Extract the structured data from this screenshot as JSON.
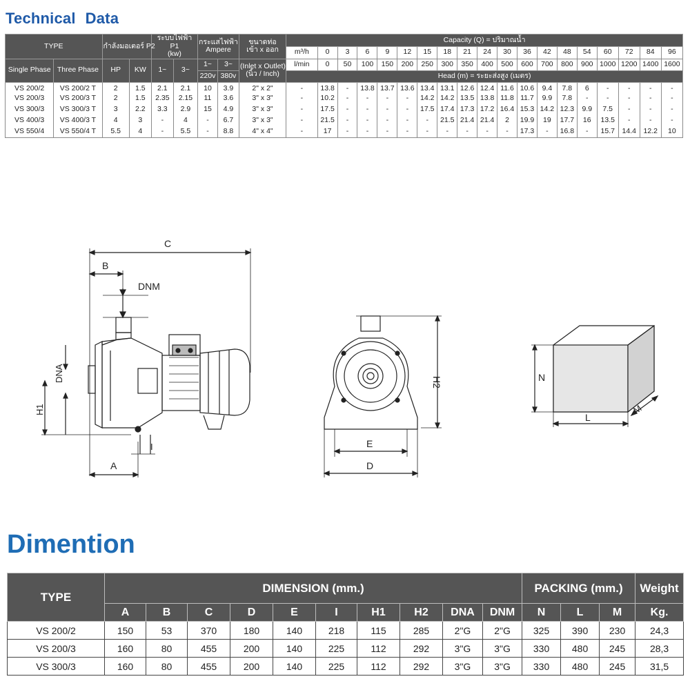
{
  "tech_heading": {
    "word1": "Technical",
    "word2": "Data"
  },
  "tech_table": {
    "type_label": "TYPE",
    "power_p2": "กำลังมอเตอร์ P2",
    "power_p1_line1": "ระบบไฟฟ้า",
    "power_p1_line2": "P1",
    "power_p1_line3": "(kw)",
    "ampere_line1": "กระแสไฟฟ้า",
    "ampere_line2": "Ampere",
    "inlet_line1": "ขนาดท่อ",
    "inlet_line2": "เข้า x ออก",
    "inlet_line3": "(Inlet x Outlet)",
    "inlet_line4": "(นิ้ว / Inch)",
    "capacity_label": "Capacity (Q) = ปริมาณน้ำ",
    "m3h_label": "m³/h",
    "lmin_label": "l/min",
    "head_label": "Head (m) = ระยะส่งสูง (เมตร)",
    "single_phase": "Single Phase",
    "three_phase": "Three Phase",
    "hp": "HP",
    "kw": "KW",
    "p1_1": "1~",
    "p1_3": "3~",
    "amp_1": "1~",
    "amp_3": "3~",
    "v220": "220v",
    "v380": "380v",
    "m3h": [
      "0",
      "3",
      "6",
      "9",
      "12",
      "15",
      "18",
      "21",
      "24",
      "30",
      "36",
      "42",
      "48",
      "54",
      "60",
      "72",
      "84",
      "96"
    ],
    "lmin": [
      "0",
      "50",
      "100",
      "150",
      "200",
      "250",
      "300",
      "350",
      "400",
      "500",
      "600",
      "700",
      "800",
      "900",
      "1000",
      "1200",
      "1400",
      "1600"
    ],
    "rows": [
      {
        "single": "VS 200/2",
        "three": "VS 200/2 T",
        "hp": "2",
        "kw": "1.5",
        "p1_1": "2.1",
        "p1_3": "2.1",
        "a1": "10",
        "a3": "3.9",
        "inout": "2\" x 2\"",
        "dash": "-",
        "head": [
          "13.8",
          "-",
          "13.8",
          "13.7",
          "13.6",
          "13.4",
          "13.1",
          "12.6",
          "12.4",
          "11.6",
          "10.6",
          "9.4",
          "7.8",
          "6",
          "-",
          "-",
          "-",
          "-"
        ]
      },
      {
        "single": "VS 200/3",
        "three": "VS 200/3 T",
        "hp": "2",
        "kw": "1.5",
        "p1_1": "2.35",
        "p1_3": "2.15",
        "a1": "11",
        "a3": "3.6",
        "inout": "3\" x 3\"",
        "dash": "-",
        "head": [
          "10.2",
          "-",
          "-",
          "-",
          "-",
          "14.2",
          "14.2",
          "13.5",
          "13.8",
          "11.8",
          "11.7",
          "9.9",
          "7.8",
          "-",
          "-",
          "-",
          "-",
          "-"
        ]
      },
      {
        "single": "VS 300/3",
        "three": "VS 300/3 T",
        "hp": "3",
        "kw": "2.2",
        "p1_1": "3.3",
        "p1_3": "2.9",
        "a1": "15",
        "a3": "4.9",
        "inout": "3\" x 3\"",
        "dash": "-",
        "head": [
          "17.5",
          "-",
          "-",
          "-",
          "-",
          "17.5",
          "17.4",
          "17.3",
          "17.2",
          "16.4",
          "15.3",
          "14.2",
          "12.3",
          "9.9",
          "7.5",
          "-",
          "-",
          "-"
        ]
      },
      {
        "single": "VS 400/3",
        "three": "VS 400/3 T",
        "hp": "4",
        "kw": "3",
        "p1_1": "-",
        "p1_3": "4",
        "a1": "-",
        "a3": "6.7",
        "inout": "3\" x 3\"",
        "dash": "-",
        "head": [
          "21.5",
          "-",
          "-",
          "-",
          "-",
          "-",
          "21.5",
          "21.4",
          "21.4",
          "2",
          "19.9",
          "19",
          "17.7",
          "16",
          "13.5",
          "-",
          "-",
          "-"
        ]
      },
      {
        "single": "VS 550/4",
        "three": "VS 550/4 T",
        "hp": "5.5",
        "kw": "4",
        "p1_1": "-",
        "p1_3": "5.5",
        "a1": "-",
        "a3": "8.8",
        "inout": "4\" x 4\"",
        "dash": "-",
        "head": [
          "17",
          "-",
          "-",
          "-",
          "-",
          "-",
          "-",
          "-",
          "-",
          "-",
          "17.3",
          "-",
          "16.8",
          "-",
          "15.7",
          "14.4",
          "12.2",
          "10"
        ]
      }
    ]
  },
  "drawings": {
    "side": {
      "C": "C",
      "B": "B",
      "DNM": "DNM",
      "DNA": "DNA",
      "H1": "H1",
      "A": "A",
      "I": "I"
    },
    "front": {
      "H2": "H2",
      "E": "E",
      "D": "D"
    },
    "box": {
      "N": "N",
      "L": "L",
      "M": "M"
    }
  },
  "dim_heading": "Dimention",
  "dim_table": {
    "type_label": "TYPE",
    "dimension_label": "DIMENSION (mm.)",
    "packing_label": "PACKING (mm.)",
    "weight_label": "Weight",
    "columns": [
      "A",
      "B",
      "C",
      "D",
      "E",
      "I",
      "H1",
      "H2",
      "DNA",
      "DNM"
    ],
    "packing_columns": [
      "N",
      "L",
      "M"
    ],
    "weight_unit": "Kg.",
    "rows": [
      {
        "type": "VS  200/2",
        "dims": [
          "150",
          "53",
          "370",
          "180",
          "140",
          "218",
          "115",
          "285",
          "2\"G",
          "2\"G"
        ],
        "packing": [
          "325",
          "390",
          "230"
        ],
        "weight": "24,3"
      },
      {
        "type": "VS  200/3",
        "dims": [
          "160",
          "80",
          "455",
          "200",
          "140",
          "225",
          "112",
          "292",
          "3\"G",
          "3\"G"
        ],
        "packing": [
          "330",
          "480",
          "245"
        ],
        "weight": "28,3"
      },
      {
        "type": "VS  300/3",
        "dims": [
          "160",
          "80",
          "455",
          "200",
          "140",
          "225",
          "112",
          "292",
          "3\"G",
          "3\"G"
        ],
        "packing": [
          "330",
          "480",
          "245"
        ],
        "weight": "31,5"
      }
    ]
  }
}
